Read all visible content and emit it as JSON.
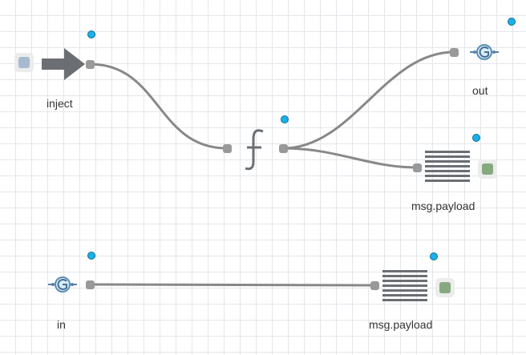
{
  "flow": {
    "nodes": {
      "inject": {
        "label": "inject",
        "icon": "arrow-right-icon",
        "button": "inject-trigger"
      },
      "function": {
        "label": "",
        "icon": "function-icon",
        "glyph": "ƒ"
      },
      "link_out": {
        "label": "out",
        "icon": "link-out-icon"
      },
      "debug_top": {
        "label": "msg.payload",
        "icon": "list-icon"
      },
      "link_in": {
        "label": "in",
        "icon": "link-in-icon"
      },
      "debug_bottom": {
        "label": "msg.payload",
        "icon": "list-icon"
      }
    },
    "colors": {
      "wire": "#888888",
      "status_dot": "#1ab0ea",
      "inject_button": "#a6bbcf",
      "debug_button": "#87a980"
    }
  }
}
